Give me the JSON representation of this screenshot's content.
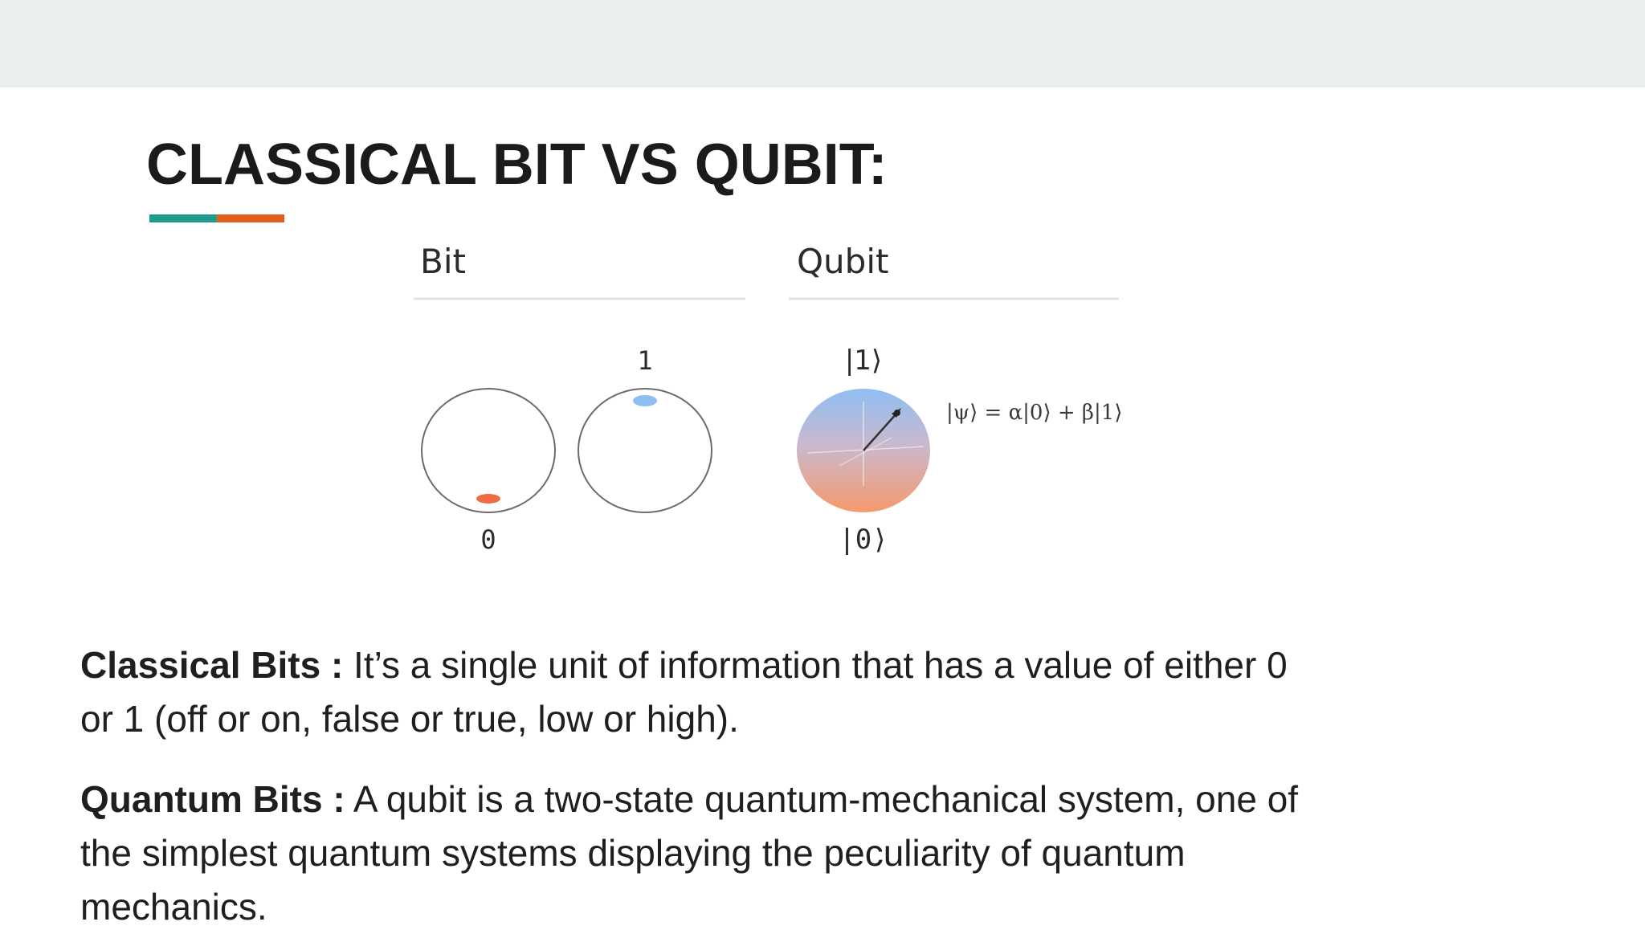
{
  "slide": {
    "title": "CLASSICAL BIT VS QUBIT:",
    "accent_colors": [
      "#1c9a8b",
      "#e0601a"
    ]
  },
  "diagram": {
    "bit_heading": "Bit",
    "qubit_heading": "Qubit",
    "bit_state_zero": "0",
    "bit_state_one": "1",
    "ket_one": "|1⟩",
    "ket_zero": "|0⟩",
    "qubit_equation": "|ψ⟩ = α|0⟩ + β|1⟩",
    "colors": {
      "bit_zero_dot": "#ef6a45",
      "bit_one_dot": "#8ebff0",
      "sphere_top": "#8fbef2",
      "sphere_bottom": "#f6996b"
    }
  },
  "paragraphs": {
    "classical_label": "Classical Bits :",
    "classical_text": " It’s a single unit of information that has a value of either 0 or 1 (off or on, false or true, low or high).",
    "quantum_label": "Quantum Bits :",
    "quantum_text": " A qubit is a two-state quantum-mechanical system, one of the simplest quantum systems displaying the peculiarity of quantum mechanics."
  }
}
